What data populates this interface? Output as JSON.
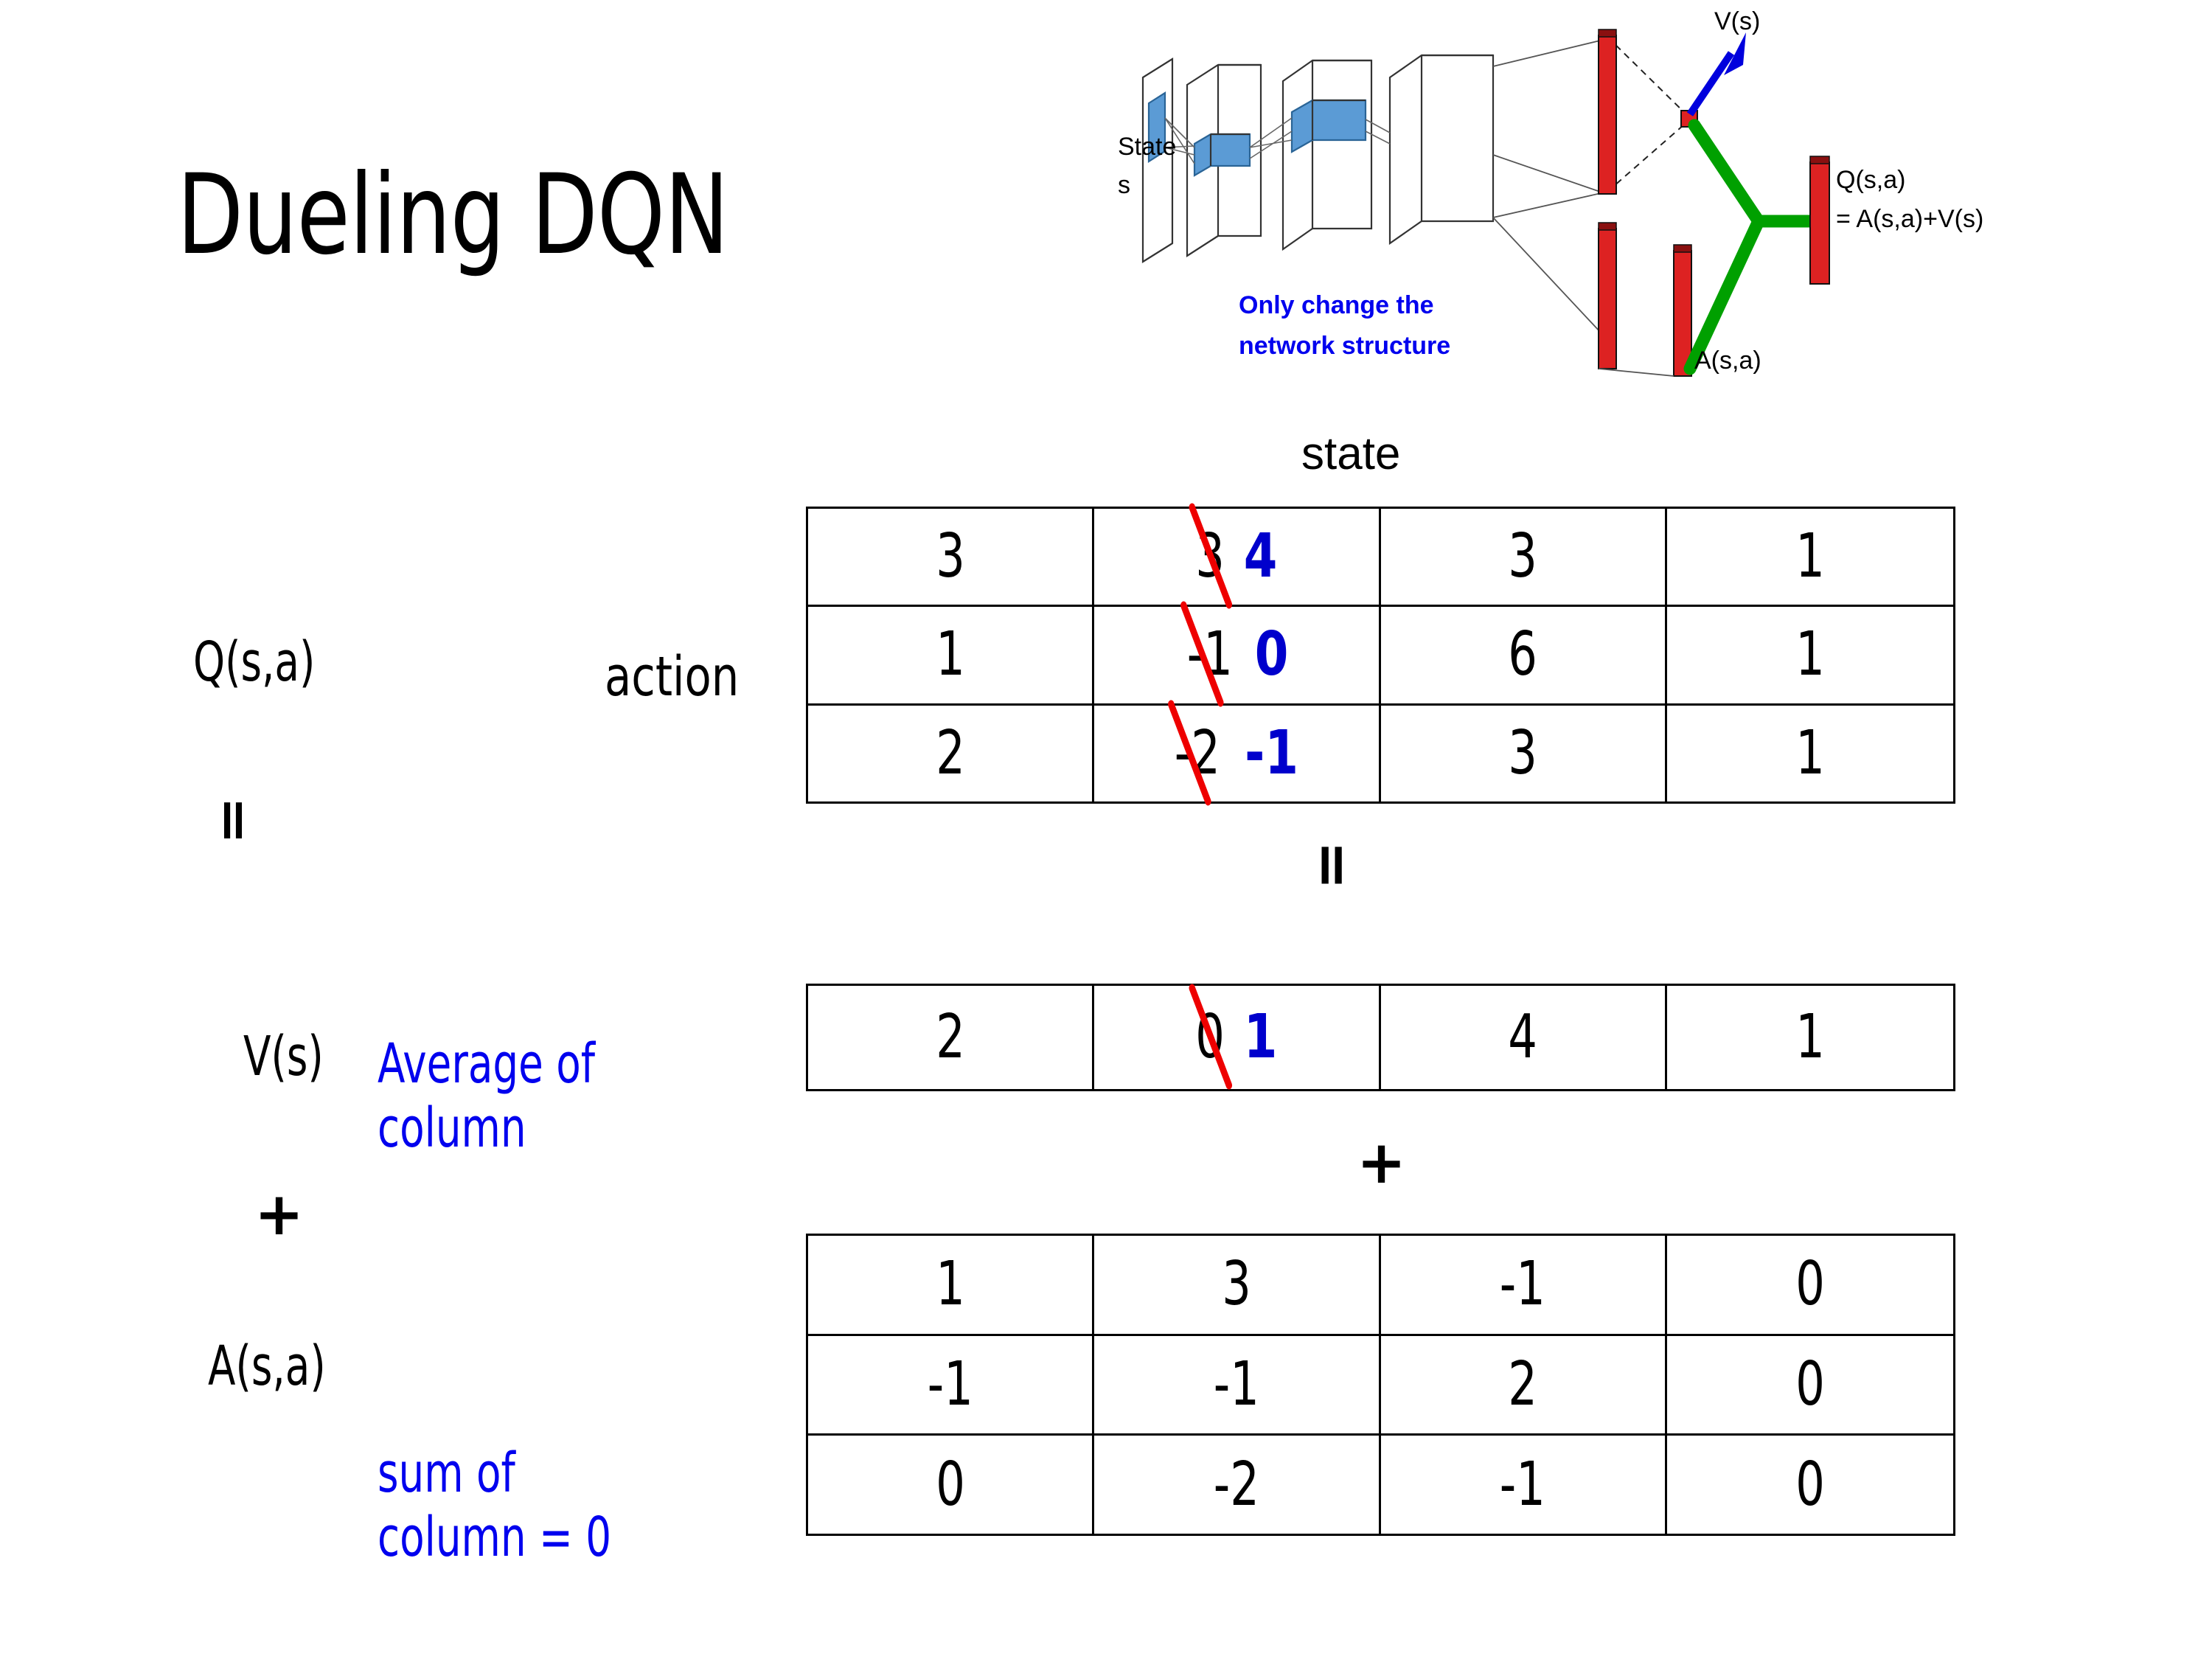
{
  "title": "Dueling DQN",
  "colors": {
    "ink": "#000000",
    "blue_note": "#0000ee",
    "blue_value": "#0000cc",
    "strike_red": "#ee0000",
    "diagram_red": "#dd2222",
    "diagram_blue": "#5b9bd5",
    "diagram_green": "#00a000"
  },
  "diagram": {
    "input_label_line1": "State",
    "input_label_line2": "s",
    "value_label": "V(s)",
    "advantage_label": "A(s,a)",
    "q_label_line1": "Q(s,a)",
    "q_label_line2": "= A(s,a)+V(s)",
    "note_line1": "Only change the",
    "note_line2": "network structure"
  },
  "axes": {
    "state_caption": "state",
    "action_caption": "action"
  },
  "labels": {
    "q_label": "Q(s,a)",
    "v_label": "V(s)",
    "a_label": "A(s,a)",
    "equals": "=",
    "plus": "+",
    "avg_note_line1": "Average of",
    "avg_note_line2": "column",
    "sum_note_line1": "sum of",
    "sum_note_line2": "column = 0"
  },
  "chart_data": {
    "type": "table",
    "title": "Dueling DQN value/advantage decomposition",
    "tables": [
      {
        "name": "Q(s,a)",
        "rows": 3,
        "cols": 4,
        "row_axis": "action",
        "col_axis": "state",
        "values": [
          [
            "3",
            "3",
            "3",
            "1"
          ],
          [
            "1",
            "-1",
            "6",
            "1"
          ],
          [
            "2",
            "-2",
            "3",
            "1"
          ]
        ],
        "edits": [
          {
            "row": 0,
            "col": 1,
            "old": "3",
            "new": "4"
          },
          {
            "row": 1,
            "col": 1,
            "old": "-1",
            "new": "0"
          },
          {
            "row": 2,
            "col": 1,
            "old": "-2",
            "new": "-1"
          }
        ]
      },
      {
        "name": "V(s)",
        "rows": 1,
        "cols": 4,
        "values": [
          [
            "2",
            "0",
            "4",
            "1"
          ]
        ],
        "edits": [
          {
            "row": 0,
            "col": 1,
            "old": "0",
            "new": "1"
          }
        ]
      },
      {
        "name": "A(s,a)",
        "rows": 3,
        "cols": 4,
        "values": [
          [
            "1",
            "3",
            "-1",
            "0"
          ],
          [
            "-1",
            "-1",
            "2",
            "0"
          ],
          [
            "0",
            "-2",
            "-1",
            "0"
          ]
        ],
        "edits": []
      }
    ],
    "relation": "Q(s,a) = V(s) + A(s,a)"
  }
}
